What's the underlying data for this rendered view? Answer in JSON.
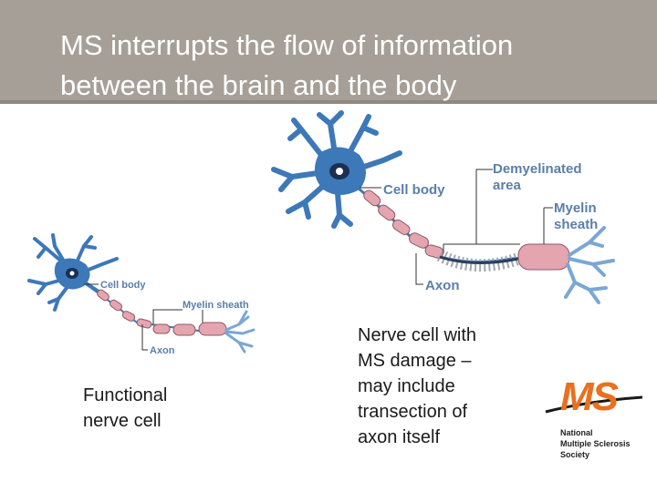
{
  "slide": {
    "title": "MS interrupts the flow of information\nbetween the brain and the body"
  },
  "left_neuron": {
    "labels": {
      "cell_body": "Cell body",
      "myelin_sheath": "Myelin sheath",
      "axon": "Axon"
    },
    "caption": "Functional\nnerve cell"
  },
  "right_neuron": {
    "labels": {
      "cell_body": "Cell body",
      "demyelinated_area": "Demyelinated\narea",
      "myelin_sheath": "Myelin\nsheath",
      "axon": "Axon"
    },
    "caption": "Nerve cell with\nMS damage –\nmay include\ntransection of\naxon itself"
  },
  "logo": {
    "mark": "MS",
    "line1": "National",
    "line2": "Multiple Sclerosis",
    "line3": "Society"
  },
  "colors": {
    "header": "#a59f97",
    "neuron_blue": "#3d78b8",
    "myelin_pink": "#e5a5b0",
    "label_blue": "#5b7fa8",
    "logo_orange": "#e8701f"
  }
}
